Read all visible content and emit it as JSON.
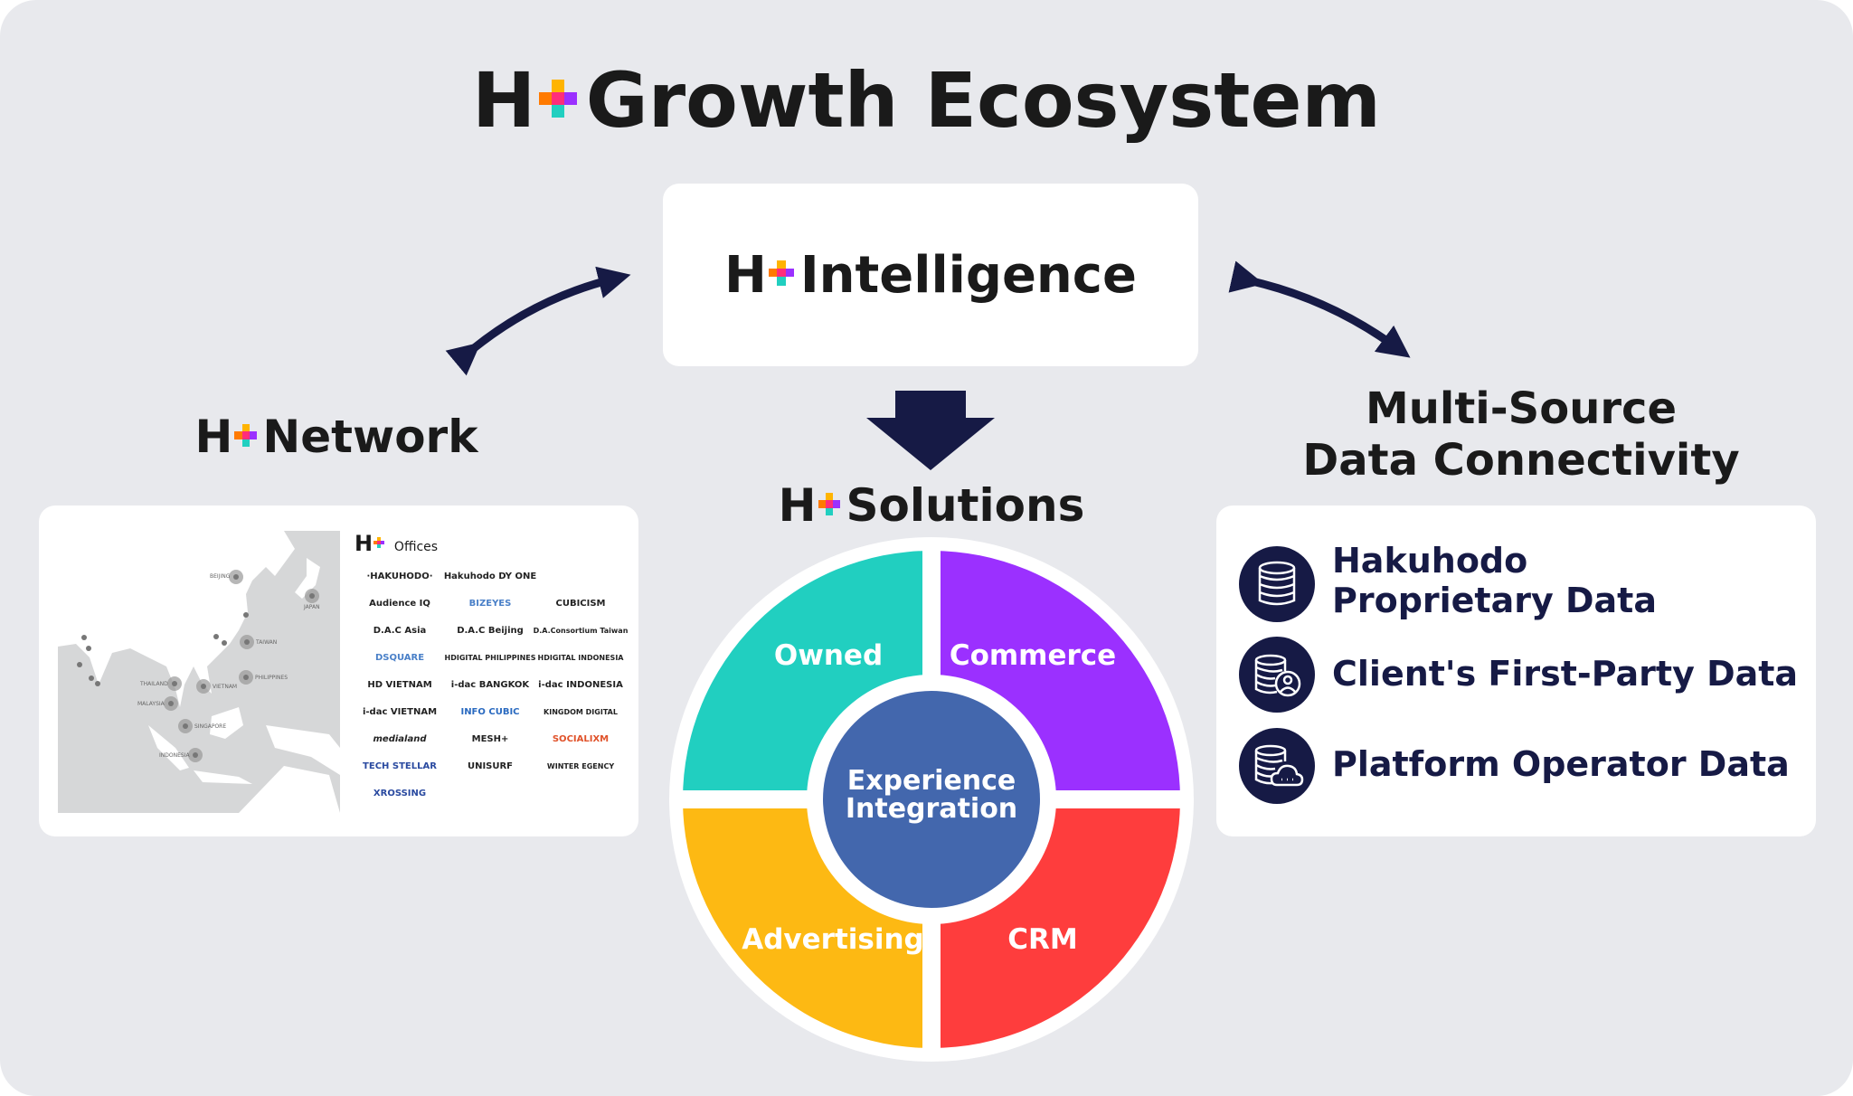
{
  "title": {
    "brand": "H",
    "text": "Growth Ecosystem"
  },
  "intelligence": {
    "brand": "H",
    "text": "Intelligence"
  },
  "network": {
    "brand": "H",
    "text": "Network",
    "offices_label": "Offices",
    "cities": [
      "BEIJING",
      "JAPAN",
      "TAIWAN",
      "PHILIPPINES",
      "VIETNAM",
      "THAILAND",
      "MALAYSIA",
      "SINGAPORE",
      "INDONESIA"
    ],
    "logos": [
      "·HAKUHODO·",
      "Hakuhodo DY ONE",
      "",
      "Audience IQ",
      "BIZEYES",
      "CUBICISM",
      "D.A.C Asia",
      "D.A.C Beijing",
      "D.A.Consortium Taiwan",
      "DSQUARE",
      "HDIGITAL PHILIPPINES",
      "HDIGITAL INDONESIA",
      "HD VIETNAM",
      "i-dac BANGKOK",
      "i-dac INDONESIA",
      "i-dac VIETNAM",
      "INFO CUBIC",
      "KINGDOM DIGITAL",
      "medialand",
      "MESH+",
      "SOCIALIXM",
      "TECH STELLAR",
      "UNISURF",
      "WINTER EGENCY",
      "XROSSING"
    ]
  },
  "solutions": {
    "brand": "H",
    "text": "Solutions",
    "quadrants": {
      "owned": "Owned",
      "commerce": "Commerce",
      "advertising": "Advertising",
      "crm": "CRM"
    },
    "center_line1": "Experience",
    "center_line2": "Integration",
    "colors": {
      "owned": "#21cfc0",
      "commerce": "#9b30ff",
      "advertising": "#fdb913",
      "crm": "#fe3d3d",
      "center": "#4367ad"
    }
  },
  "data_connectivity": {
    "title_line1": "Multi-Source",
    "title_line2": "Data Connectivity",
    "items": [
      {
        "icon": "database-icon",
        "line1": "Hakuhodo",
        "line2": "Proprietary Data"
      },
      {
        "icon": "database-user-icon",
        "line1": "Client's First-Party Data"
      },
      {
        "icon": "database-cloud-icon",
        "line1": "Platform Operator Data"
      }
    ]
  }
}
